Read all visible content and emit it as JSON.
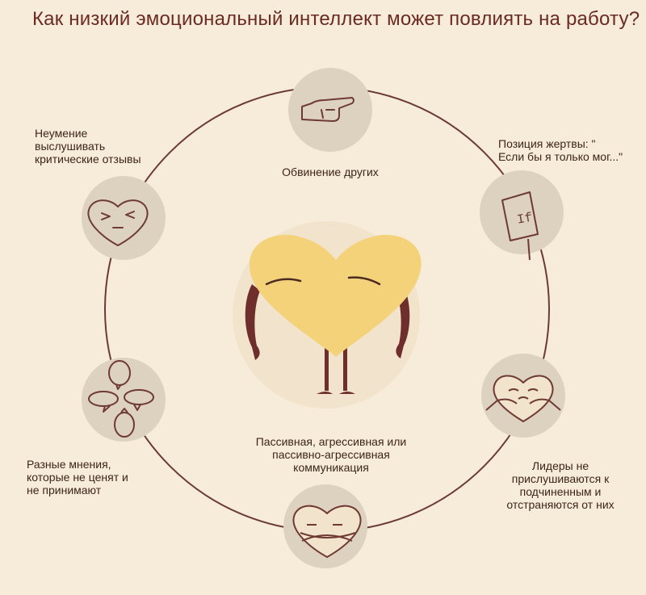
{
  "title": "Как низкий эмоциональный интеллект может повлиять на работу?",
  "center": {
    "icon": "sad-heart-character-icon",
    "label": "Пассивная, агрессивная или\nпассивно-агрессивная\nкоммуникация"
  },
  "nodes": [
    {
      "id": "blame",
      "icon": "pointing-hand-icon",
      "label": "Обвинение других"
    },
    {
      "id": "victim",
      "icon": "if-sign-icon",
      "label": "Позиция жертвы: \"\nЕсли бы я только мог...\""
    },
    {
      "id": "leaders",
      "icon": "crossed-arms-heart-icon",
      "label": "Лидеры не\nприслушиваются к\nподчиненным и\nотстраняются от них"
    },
    {
      "id": "silent",
      "icon": "silent-heart-icon",
      "label": ""
    },
    {
      "id": "opinions",
      "icon": "speech-bubbles-icon",
      "label": "Разные мнения,\nкоторые не ценят и\nне принимают"
    },
    {
      "id": "criticism",
      "icon": "squinting-heart-icon",
      "label": "Неумение\nвыслушивать\nкритические отзывы"
    }
  ],
  "colors": {
    "background": "#f7ecd9",
    "title": "#6b2a22",
    "ring": "#6b3b33",
    "node_fill": "#ddd1bf",
    "center_fill": "#f2e4cc",
    "heart": "#f4d27a",
    "limbs": "#6e2e2b",
    "stroke": "#6e3a33"
  }
}
